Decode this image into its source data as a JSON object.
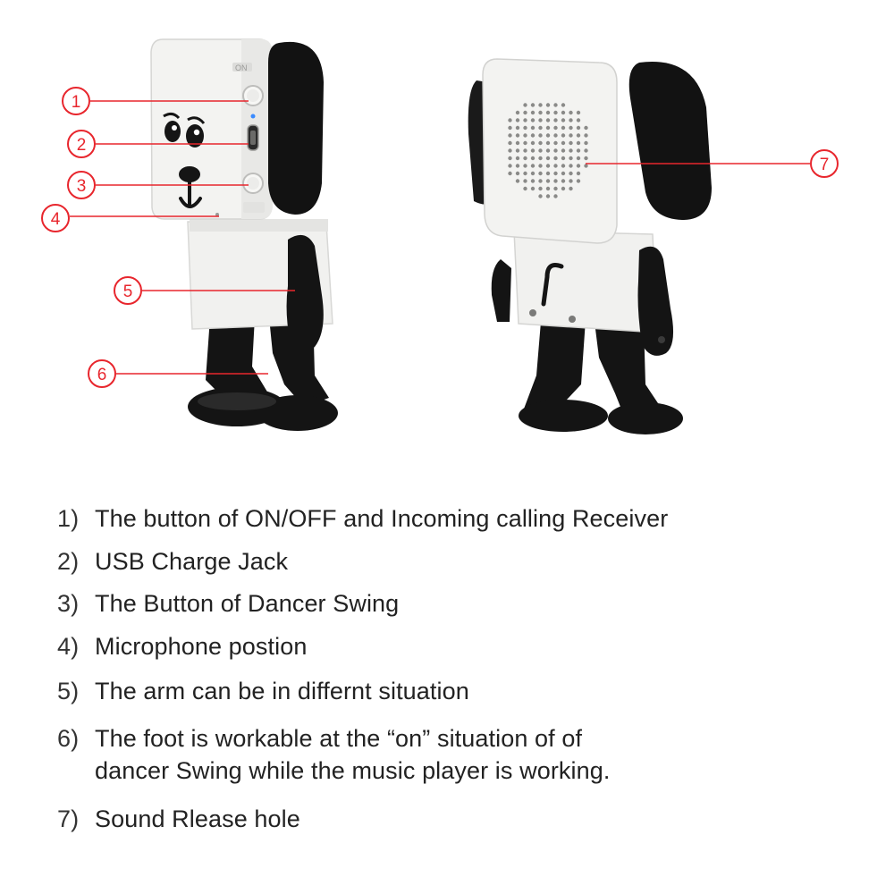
{
  "colors": {
    "accent": "#e8262d",
    "body": "#f2f2f0",
    "dark": "#141414",
    "text": "#222222"
  },
  "callouts": {
    "c1": "1",
    "c2": "2",
    "c3": "3",
    "c4": "4",
    "c5": "5",
    "c6": "6",
    "c7": "7"
  },
  "descriptions": [
    {
      "num": "1)",
      "text": "The button of ON/OFF and Incoming calling Receiver"
    },
    {
      "num": "2)",
      "text": "USB Charge Jack"
    },
    {
      "num": "3)",
      "text": "The Button of Dancer Swing"
    },
    {
      "num": "4)",
      "text": "Microphone postion"
    },
    {
      "num": "5)",
      "text": "The arm can be in differnt situation"
    },
    {
      "num": "6)",
      "text": "The foot is workable at the “on” situation of of",
      "continuation": "dancer Swing while the music player is working."
    },
    {
      "num": "7)",
      "text": "Sound Rlease hole"
    }
  ]
}
